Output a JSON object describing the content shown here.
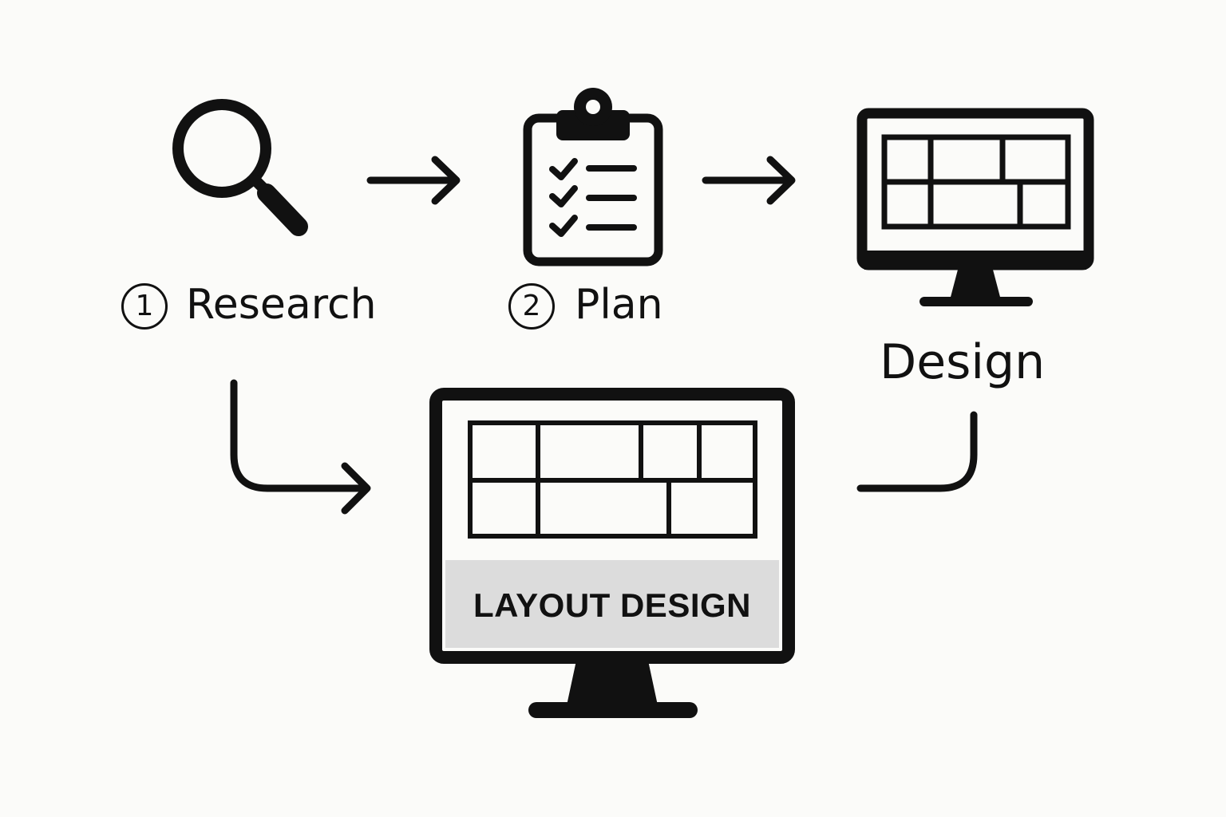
{
  "steps": [
    {
      "number": "1",
      "label": "Research",
      "icon": "magnifying-glass-icon"
    },
    {
      "number": "2",
      "label": "Plan",
      "icon": "clipboard-checklist-icon"
    },
    {
      "label": "Design",
      "icon": "monitor-wireframe-icon"
    }
  ],
  "center": {
    "icon": "monitor-layout-icon",
    "banner_text": "LAYOUT DESIGN"
  },
  "colors": {
    "background": "#fbfbf9",
    "stroke": "#111111",
    "banner": "#dcdcdc"
  }
}
